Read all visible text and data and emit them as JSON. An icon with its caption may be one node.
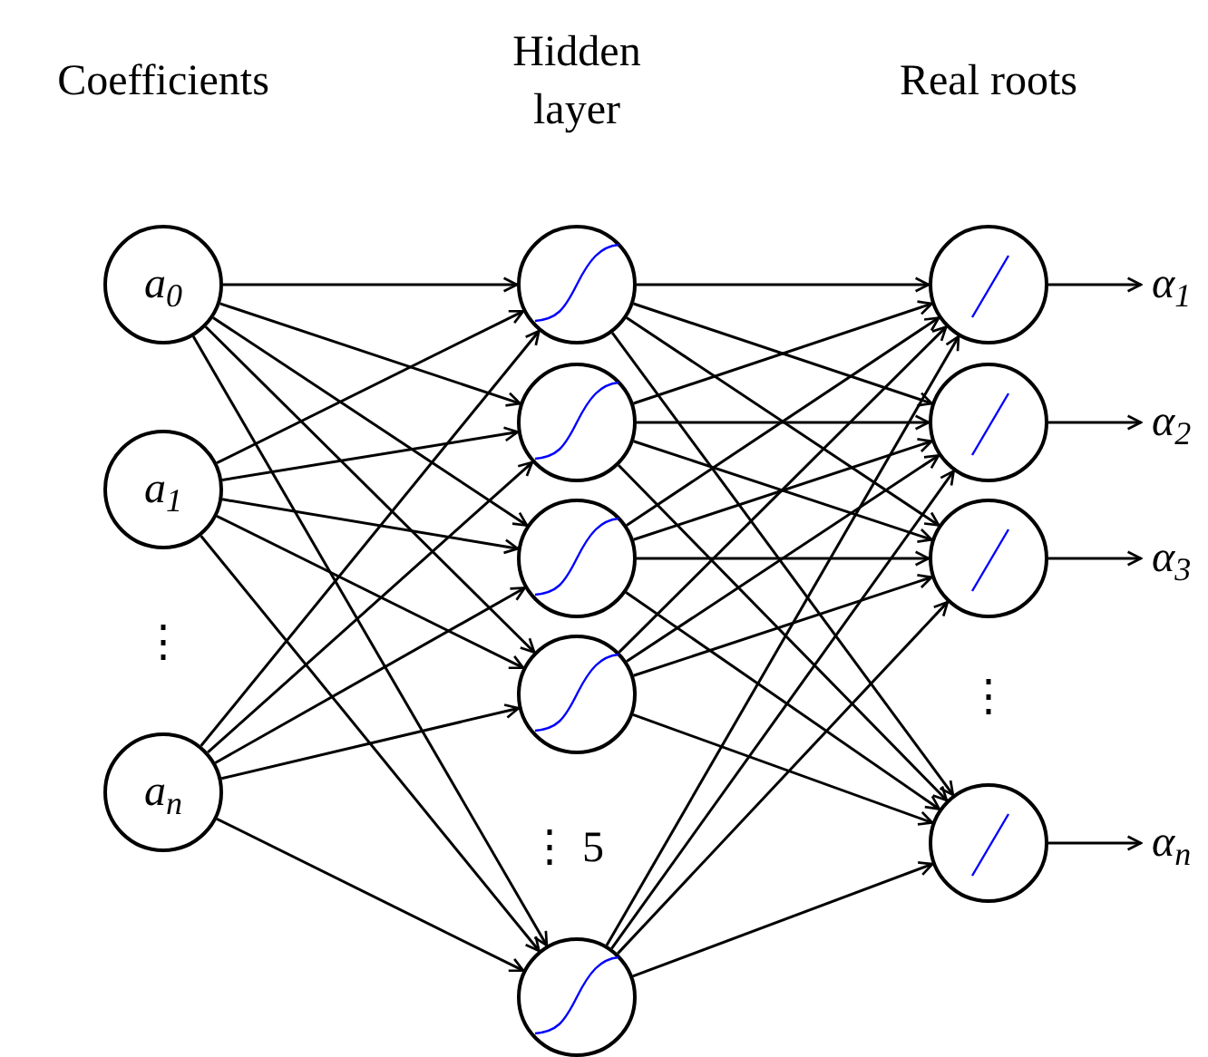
{
  "diagram": {
    "nodes": [
      {
        "text": [
          "a$_{0}$"
        ]
      },
      {
        "text": [
          "a$_{1}$"
        ]
      },
      {
        "text": [
          "a$_{n}$"
        ]
      },
      {
        "text": [],
        "shape": "circle"
      },
      {
        "text": [],
        "shape": "circle"
      },
      {
        "text": [],
        "shape": "circle"
      },
      {
        "text": [],
        "shape": "circle"
      },
      {
        "text": [],
        "shape": "circle"
      },
      {
        "text": [],
        "shape": "circle"
      },
      {
        "text": [],
        "shape": "circle"
      },
      {
        "text": [],
        "shape": "circle"
      },
      {
        "text": [],
        "shape": "circle"
      },
      {
        "text": [
          "α$_{1}$"
        ]
      },
      {
        "text": [
          "α$_{2}$"
        ]
      },
      {
        "text": [
          "α$_{3}$"
        ]
      },
      {
        "text": [
          "α$_{n}$"
        ]
      }
    ],
    "edges": [
      {
        "from": 0,
        "to": 3,
        "arrow": "to"
      },
      {
        "from": 0,
        "to": 4,
        "arrow": "to"
      },
      {
        "from": 0,
        "to": 5,
        "arrow": "to"
      },
      {
        "from": 0,
        "to": 6,
        "arrow": "to"
      },
      {
        "from": 0,
        "to": 7,
        "arrow": "to"
      },
      {
        "from": 1,
        "to": 3,
        "arrow": "to"
      },
      {
        "from": 1,
        "to": 4,
        "arrow": "to"
      },
      {
        "from": 1,
        "to": 5,
        "arrow": "to"
      },
      {
        "from": 1,
        "to": 6,
        "arrow": "to"
      },
      {
        "from": 1,
        "to": 7,
        "arrow": "to"
      },
      {
        "from": 2,
        "to": 3,
        "arrow": "to"
      },
      {
        "from": 2,
        "to": 4,
        "arrow": "to"
      },
      {
        "from": 2,
        "to": 5,
        "arrow": "to"
      },
      {
        "from": 2,
        "to": 6,
        "arrow": "to"
      },
      {
        "from": 2,
        "to": 7,
        "arrow": "to"
      },
      {
        "from": 3,
        "to": 8,
        "arrow": "to"
      },
      {
        "from": 3,
        "to": 9,
        "arrow": "to"
      },
      {
        "from": 3,
        "to": 10,
        "arrow": "to"
      },
      {
        "from": 3,
        "to": 11,
        "arrow": "to"
      },
      {
        "from": 4,
        "to": 8,
        "arrow": "to"
      },
      {
        "from": 4,
        "to": 9,
        "arrow": "to"
      },
      {
        "from": 4,
        "to": 10,
        "arrow": "to"
      },
      {
        "from": 4,
        "to": 11,
        "arrow": "to"
      },
      {
        "from": 5,
        "to": 8,
        "arrow": "to"
      },
      {
        "from": 5,
        "to": 9,
        "arrow": "to"
      },
      {
        "from": 5,
        "to": 10,
        "arrow": "to"
      },
      {
        "from": 5,
        "to": 11,
        "arrow": "to"
      },
      {
        "from": 6,
        "to": 8,
        "arrow": "to"
      },
      {
        "from": 6,
        "to": 9,
        "arrow": "to"
      },
      {
        "from": 6,
        "to": 10,
        "arrow": "to"
      },
      {
        "from": 6,
        "to": 11,
        "arrow": "to"
      },
      {
        "from": 7,
        "to": 8,
        "arrow": "to"
      },
      {
        "from": 7,
        "to": 9,
        "arrow": "to"
      },
      {
        "from": 7,
        "to": 10,
        "arrow": "to"
      },
      {
        "from": 7,
        "to": 11,
        "arrow": "to"
      },
      {
        "from": 8,
        "to": 12,
        "arrow": "to"
      },
      {
        "from": 9,
        "to": 13,
        "arrow": "to"
      },
      {
        "from": 10,
        "to": 14,
        "arrow": "to"
      },
      {
        "from": 11,
        "to": 15,
        "arrow": "to"
      }
    ],
    "labels": [
      "Coefficients",
      "Hidden layer",
      "Real roots",
      "⋮",
      "⋮ 5",
      "⋮"
    ]
  }
}
